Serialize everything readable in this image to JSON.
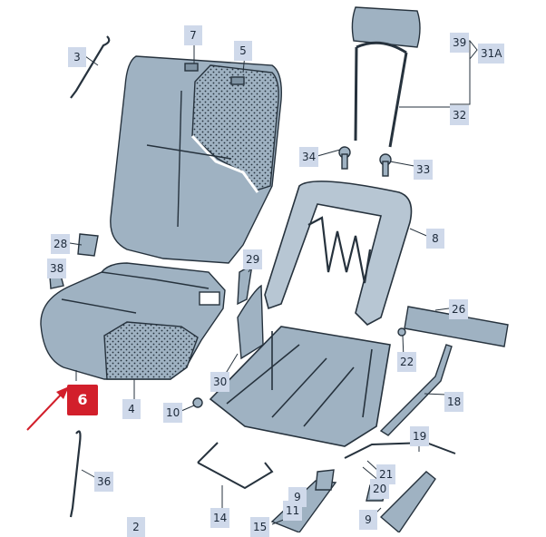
{
  "colors": {
    "part_fill": "#9fb2c2",
    "part_fill_light": "#b7c6d3",
    "part_stroke": "#26323d",
    "label_bg": "#cfd9ea",
    "highlight": "#d21f2b"
  },
  "labels": {
    "l2": "2",
    "l3": "3",
    "l4": "4",
    "l5": "5",
    "l6": "6",
    "l7": "7",
    "l8": "8",
    "l9a": "9",
    "l9b": "9",
    "l10": "10",
    "l11": "11",
    "l14": "14",
    "l15": "15",
    "l18": "18",
    "l19": "19",
    "l20": "20",
    "l21": "21",
    "l22": "22",
    "l26": "26",
    "l28": "28",
    "l29": "29",
    "l30": "30",
    "l31a": "31A",
    "l32": "32",
    "l33": "33",
    "l34": "34",
    "l36": "36",
    "l38": "38",
    "l39": "39"
  }
}
